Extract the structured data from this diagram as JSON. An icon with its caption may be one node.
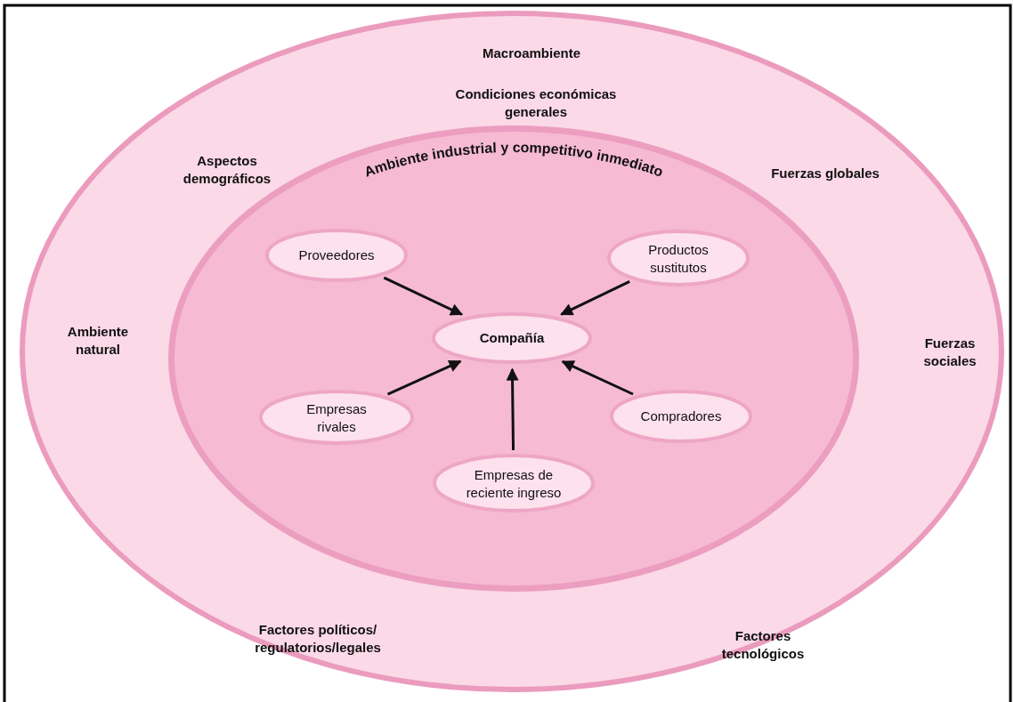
{
  "diagram": {
    "nodes": [
      {
        "text": [
          "Macroambiente",
          "Condiciones económicas generales",
          "Aspectos demográficos",
          "Fuerzas globales",
          "Ambiente natural",
          "Fuerzas sociales",
          "Factores políticos/ regulatorios/legales",
          "Factores tecnológicos"
        ]
      },
      {
        "text": [
          "Ambiente industrial y competitivo inmediato"
        ],
        "in": 0
      },
      {
        "text": [
          "Proveedores"
        ],
        "in": 1
      },
      {
        "text": [
          "Productos sustitutos"
        ],
        "in": 1
      },
      {
        "text": [
          "Compañía"
        ],
        "in": 1
      },
      {
        "text": [
          "Empresas rivales"
        ],
        "in": 1
      },
      {
        "text": [
          "Compradores"
        ],
        "in": 1
      },
      {
        "text": [
          "Empresas de reciente ingreso"
        ],
        "in": 1
      }
    ],
    "edges": [
      {
        "from": 2,
        "to": 4,
        "arrow": "to"
      },
      {
        "from": 3,
        "to": 4,
        "arrow": "to"
      },
      {
        "from": 5,
        "to": 4,
        "arrow": "to"
      },
      {
        "from": 6,
        "to": 4,
        "arrow": "to"
      },
      {
        "from": 7,
        "to": 4,
        "arrow": "to"
      }
    ]
  }
}
